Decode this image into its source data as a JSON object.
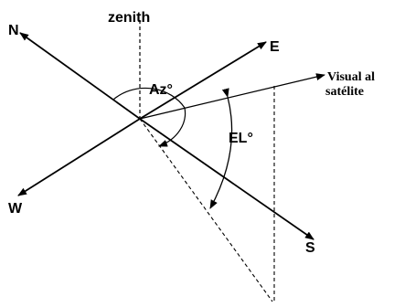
{
  "labels": {
    "zenith": "zenith",
    "north": "N",
    "east": "E",
    "west": "W",
    "south": "S",
    "azimuth": "Az°",
    "elevation": "EL°",
    "visual_line1": "Visual al",
    "visual_line2": "satélite"
  },
  "colors": {
    "ink": "#000000",
    "background": "#ffffff"
  }
}
